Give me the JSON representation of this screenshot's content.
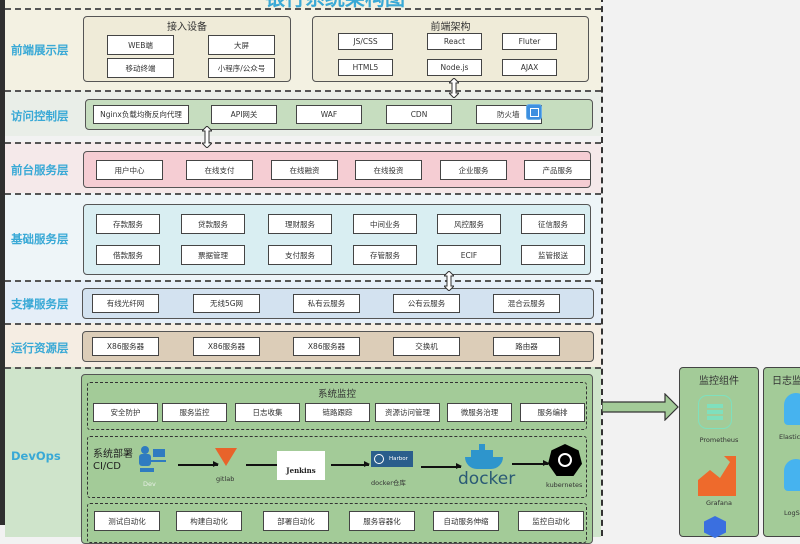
{
  "title": "银行系统架构图",
  "layers": {
    "frontend": {
      "label": "前端展示层",
      "devices": {
        "title": "接入设备",
        "items": [
          "WEB端",
          "大屏",
          "移动终端",
          "小程序/公众号"
        ]
      },
      "framework": {
        "title": "前端架构",
        "items": [
          "JS/CSS",
          "React",
          "Fluter",
          "HTML5",
          "Node.js",
          "AJAX"
        ]
      }
    },
    "access": {
      "label": "访问控制层",
      "items": [
        "Nginx负载均衡反向代理",
        "API网关",
        "WAF",
        "CDN",
        "防火墙"
      ]
    },
    "front_service": {
      "label": "前台服务层",
      "items": [
        "用户中心",
        "在线支付",
        "在线融资",
        "在线投资",
        "企业服务",
        "产品服务"
      ]
    },
    "base_service": {
      "label": "基础服务层",
      "items": [
        "存款服务",
        "贷款服务",
        "理财服务",
        "中间业务",
        "风控服务",
        "征信服务",
        "借款服务",
        "票据管理",
        "支付服务",
        "存管服务",
        "ECIF",
        "监管报送"
      ]
    },
    "support": {
      "label": "支撑服务层",
      "items": [
        "有线光纤网",
        "无线5G网",
        "私有云服务",
        "公有云服务",
        "混合云服务"
      ]
    },
    "runtime": {
      "label": "运行资源层",
      "items": [
        "X86服务器",
        "X86服务器",
        "X86服务器",
        "交换机",
        "路由器"
      ]
    },
    "devops": {
      "label": "DevOps",
      "monitor": {
        "title": "系统监控",
        "items": [
          "安全防护",
          "服务监控",
          "日志收集",
          "链路跟踪",
          "资源访问管理",
          "微服务治理",
          "服务编排"
        ]
      },
      "cicd": {
        "title": "系统部署",
        "subtitle": "CI/CD",
        "steps": [
          "Dev",
          "gitlab",
          "Jenkins",
          "docker仓库",
          "docker",
          "kubernetes"
        ],
        "harbor": "Harbor"
      },
      "automation": {
        "items": [
          "测试自动化",
          "构建自动化",
          "部署自动化",
          "服务容器化",
          "自动服务伸缩",
          "监控自动化"
        ]
      }
    }
  },
  "side": {
    "monitor_components": {
      "title": "监控组件",
      "items": [
        "Prometheus",
        "Grafana"
      ]
    },
    "log_monitor": {
      "title": "日志监",
      "items": [
        "Elastic",
        "LogS"
      ]
    }
  }
}
